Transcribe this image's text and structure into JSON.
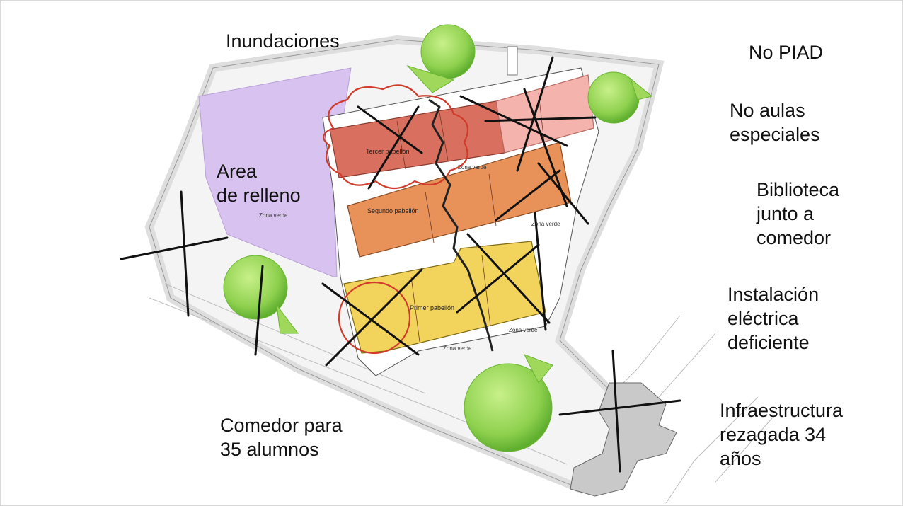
{
  "labels": {
    "inundaciones": "Inundaciones",
    "area_relleno": "Area\nde relleno",
    "comedor": "Comedor para\n35 alumnos",
    "no_piad": "No PIAD",
    "no_aulas": "No aulas\nespeciales",
    "biblioteca": "Biblioteca\njunto a\ncomedor",
    "instalacion": "Instalación\neléctrica\ndeficiente",
    "infraestructura": "Infraestructura\nrezagada 34\naños"
  },
  "plan": {
    "tercer": "Tercer pabellón",
    "segundo": "Segundo pabellón",
    "primer": "Primer pabellón",
    "zona_verde": "Zona verde"
  },
  "colors": {
    "third_pavilion": "#d9705f",
    "second_pavilion": "#e8925a",
    "first_pavilion": "#f2d35c",
    "pink_block": "#f4b3ac",
    "fill_area": "#d8c2ef",
    "tree_green": "#8fd14f",
    "crosses": "#111111",
    "red_outline": "#d23b2b"
  }
}
